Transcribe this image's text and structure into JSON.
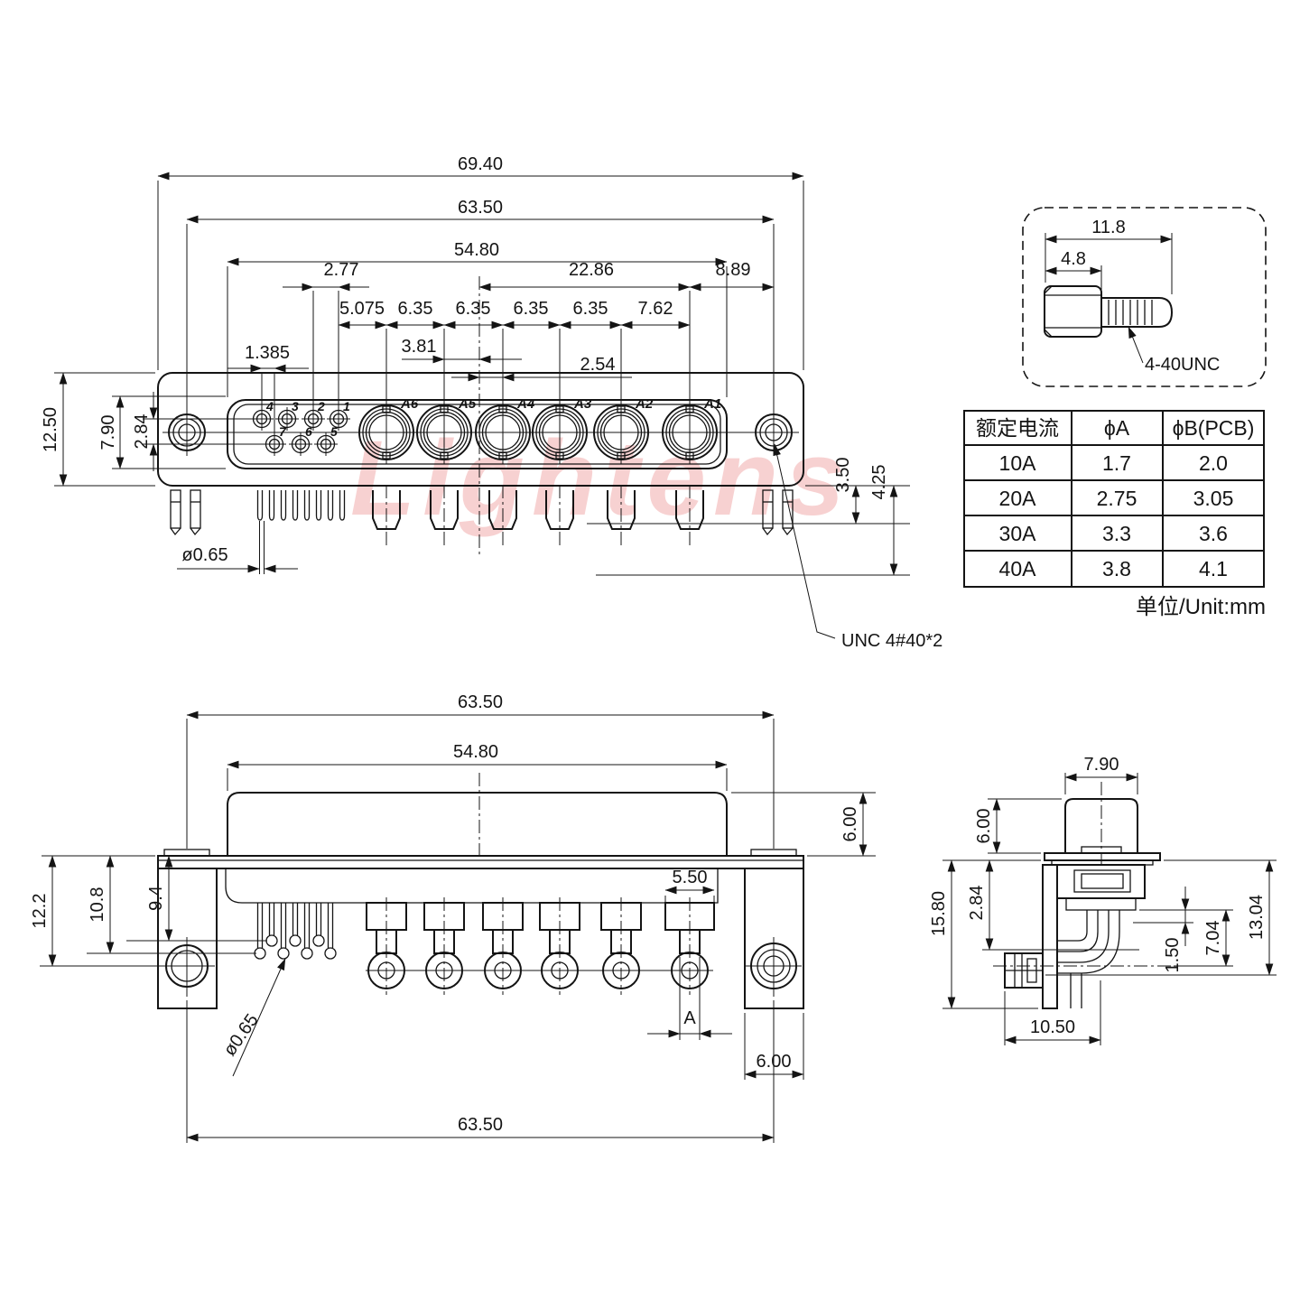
{
  "watermark": "Lightens",
  "front": {
    "width_overall": "69.40",
    "width_mount": "63.50",
    "width_face": "54.80",
    "pin_pitch": "2.77",
    "coax_span": "22.86",
    "end_offset": "8.89",
    "pitch": [
      "5.075",
      "6.35",
      "6.35",
      "6.35",
      "6.35",
      "7.62"
    ],
    "coax_left": "3.81",
    "coax_right": "2.54",
    "row_stagger": "1.385",
    "height_overall": "12.50",
    "height_mount": "7.90",
    "row_gap": "2.84",
    "pin_dia": "ø0.65",
    "tail1": "3.50",
    "tail2": "4.25",
    "screw_note": "UNC 4#40*2",
    "pin_labels": [
      "4",
      "3",
      "2",
      "1",
      "7",
      "6",
      "5"
    ],
    "coax_labels": [
      "A6",
      "A5",
      "A4",
      "A3",
      "A2",
      "A1"
    ]
  },
  "screw": {
    "len_overall": "11.8",
    "len_head": "4.8",
    "thread": "4-40UNC"
  },
  "table": {
    "headers": [
      "额定电流",
      "ϕA",
      "ϕB(PCB)"
    ],
    "rows": [
      [
        "10A",
        "1.7",
        "2.0"
      ],
      [
        "20A",
        "2.75",
        "3.05"
      ],
      [
        "30A",
        "3.3",
        "3.6"
      ],
      [
        "40A",
        "3.8",
        "4.1"
      ]
    ],
    "unit": "单位/Unit:mm"
  },
  "bottom": {
    "width_mount_top": "63.50",
    "width_face": "54.80",
    "shell_h": "6.00",
    "pin_base": "5.50",
    "h_total": "12.2",
    "h_long": "10.8",
    "h_short": "9.4",
    "pin_dia": "ø0.65",
    "pin_a": "A",
    "bracket_w": "6.00",
    "width_mount_bottom": "63.50"
  },
  "side": {
    "shell_w": "7.90",
    "shell_h": "6.00",
    "h_total": "15.80",
    "row_gap": "2.84",
    "pin_off": "1.50",
    "pin_h": "7.04",
    "h_right": "13.04",
    "depth": "10.50"
  }
}
